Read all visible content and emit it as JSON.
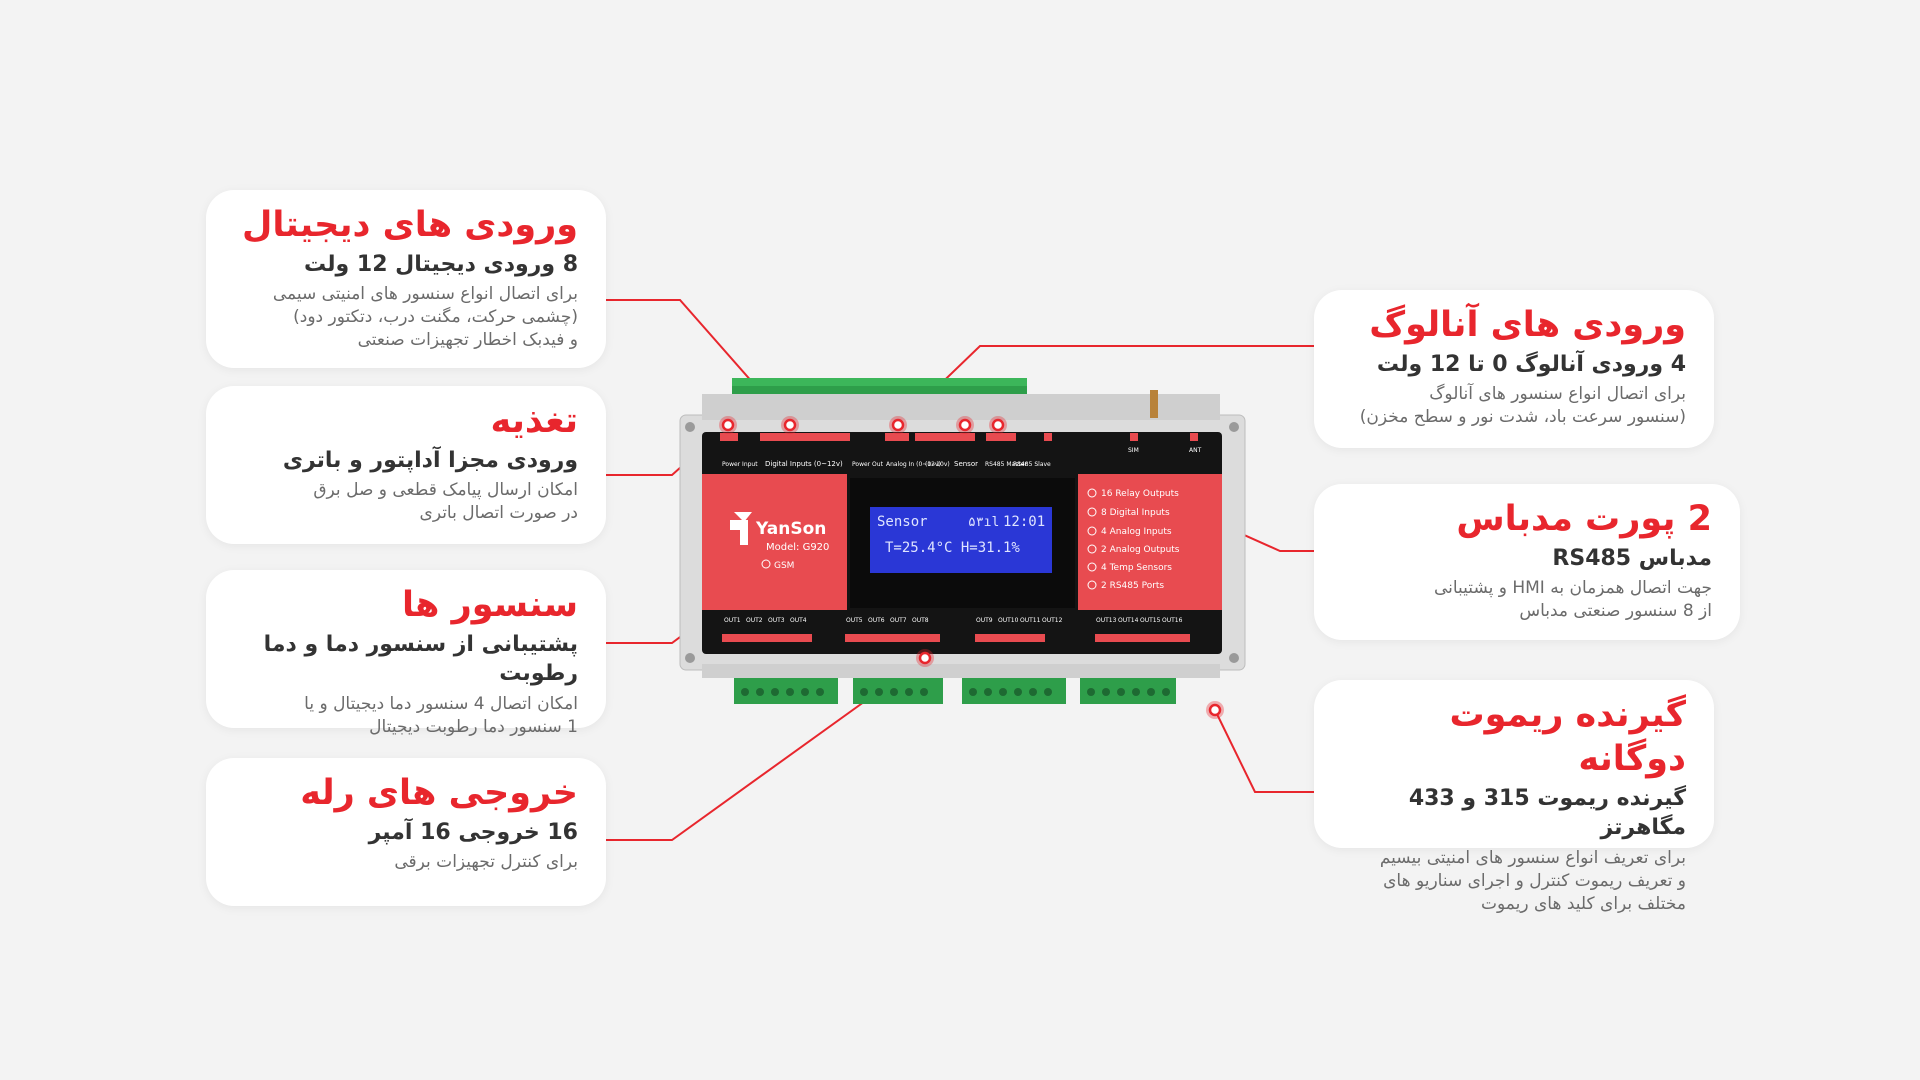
{
  "colors": {
    "accent": "#e8262d",
    "background": "#f3f3f3",
    "card": "#ffffff",
    "lcd": "#2a37d6"
  },
  "cards": {
    "digital": {
      "title": "ورودی های دیجیتال",
      "subtitle": "8 ورودی دیجیتال 12 ولت",
      "lines": [
        "برای اتصال انواع سنسور های امنیتی سیمی",
        "(چشمی حرکت، مگنت درب، دتکتور دود)",
        "و فیدبک اخطار تجهیزات صنعتی"
      ]
    },
    "power": {
      "title": "تغذیه",
      "subtitle": "ورودی مجزا آداپتور و باتری",
      "lines": [
        "امکان ارسال پیامک قطعی و صل برق",
        "در صورت اتصال باتری"
      ]
    },
    "sensor": {
      "title": "سنسور ها",
      "subtitle": "پشتیبانی از سنسور دما و دما رطوبت",
      "lines": [
        "امکان اتصال 4 سنسور دما دیجیتال و یا",
        "1 سنسور دما رطوبت دیجیتال"
      ]
    },
    "relay": {
      "title": "خروجی های رله",
      "subtitle": "16 خروجی 16 آمپر",
      "lines": [
        "برای کنترل تجهیزات برقی"
      ]
    },
    "analog": {
      "title": "ورودی های آنالوگ",
      "subtitle": "4 ورودی آنالوگ 0 تا 12 ولت",
      "lines": [
        "برای اتصال انواع سنسور های آنالوگ",
        "(سنسور سرعت باد، شدت نور و سطح مخزن)"
      ]
    },
    "modbus": {
      "title": "2 پورت مدباس",
      "subtitle": "مدباس RS485",
      "lines": [
        "جهت اتصال همزمان به HMI و پشتیبانی",
        "از 8 سنسور صنعتی مدباس"
      ]
    },
    "remote": {
      "title": "گیرنده ریموت دوگانه",
      "subtitle": "گیرنده ریموت 315 و 433 مگاهرتز",
      "lines": [
        "برای تعریف انواع سنسور های امنیتی بیسیم",
        "و تعریف ریموت کنترل و اجرای سناریو های",
        "مختلف برای کلید های ریموت"
      ]
    }
  },
  "device": {
    "brand": "YanSon",
    "model": "Model: G920",
    "gsm": "GSM",
    "lcd_line1_left": "Sensor",
    "lcd_line1_mid": "۵۳ıl",
    "lcd_line1_time": "12:01",
    "lcd_line2": "T=25.4°C  H=31.1%",
    "top_labels": {
      "power_input": "Power Input",
      "digital_inputs": "Digital Inputs (0~12v)",
      "power_out": "Power Out",
      "analog_in": "Analog In (0~12v)",
      "analog_out": "(0~10v)",
      "sensor": "Sensor",
      "master": "RS485 Master",
      "slave": "RS485 Slave",
      "sim": "SIM",
      "ant": "ANT"
    },
    "features": [
      "16 Relay Outputs",
      "8 Digital Inputs",
      "4 Analog Inputs",
      "2 Analog Outputs",
      "4 Temp Sensors",
      "2 RS485 Ports"
    ],
    "out_labels": [
      "OUT1",
      "OUT2",
      "OUT3",
      "OUT4",
      "OUT5",
      "OUT6",
      "OUT7",
      "OUT8",
      "OUT9",
      "OUT10",
      "OUT11",
      "OUT12",
      "OUT13",
      "OUT14",
      "OUT15",
      "OUT16"
    ]
  }
}
